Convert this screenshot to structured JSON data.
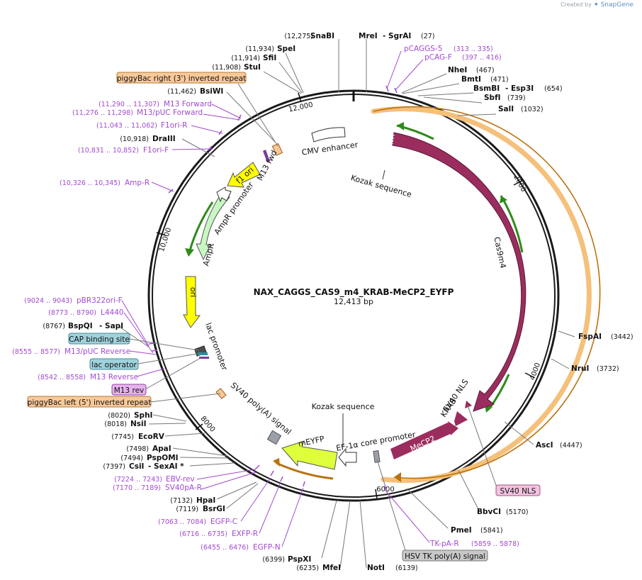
{
  "credit": {
    "prefix": "Created by",
    "brand": "SnapGene"
  },
  "plasmid": {
    "name": "NAX_CAGGS_CAS9_m4_KRAB-MeCP2_EYFP",
    "length_label": "12,413 bp"
  },
  "ticks": [
    "2000",
    "4000",
    "6000",
    "8000",
    "10,000",
    "12,000"
  ],
  "sites": [
    {
      "name": "SnaBI",
      "pos": "(12,275)"
    },
    {
      "name": "MreI",
      "pos": ""
    },
    {
      "name": "- SgrAI",
      "pos": "(27)"
    },
    {
      "name": "SpeI",
      "pos": "(11,934)"
    },
    {
      "name": "SfiI",
      "pos": "(11,914)"
    },
    {
      "name": "StuI",
      "pos": "(11,908)"
    },
    {
      "name": "NheI",
      "pos": "(467)"
    },
    {
      "name": "BmtI",
      "pos": "(471)"
    },
    {
      "name": "BsmBI",
      "pos": ""
    },
    {
      "name": "- Esp3I",
      "pos": "(654)"
    },
    {
      "name": "SbfI",
      "pos": "(739)"
    },
    {
      "name": "SalI",
      "pos": "(1032)"
    },
    {
      "name": "BsiWI",
      "pos": "(11,462)"
    },
    {
      "name": "DraIII",
      "pos": "(10,918)"
    },
    {
      "name": "FspAI",
      "pos": "(3442)"
    },
    {
      "name": "NruI",
      "pos": "(3732)"
    },
    {
      "name": "AscI",
      "pos": "(4447)"
    },
    {
      "name": "BbvCI",
      "pos": "(5170)"
    },
    {
      "name": "PmeI",
      "pos": "(5841)"
    },
    {
      "name": "BspQI",
      "pos": "(8767)"
    },
    {
      "name": "- SapI",
      "pos": ""
    },
    {
      "name": "SphI",
      "pos": "(8020)"
    },
    {
      "name": "NsiI",
      "pos": "(8018)"
    },
    {
      "name": "EcoRV",
      "pos": "(7745)"
    },
    {
      "name": "ApaI",
      "pos": "(7498)"
    },
    {
      "name": "PspOMI",
      "pos": "(7494)"
    },
    {
      "name": "CsiI",
      "pos": "(7397)"
    },
    {
      "name": "- SexAI *",
      "pos": ""
    },
    {
      "name": "HpaI",
      "pos": "(7132)"
    },
    {
      "name": "BsrGI",
      "pos": "(7119)"
    },
    {
      "name": "PspXI",
      "pos": "(6399)"
    },
    {
      "name": "MfeI",
      "pos": "(6235)"
    },
    {
      "name": "NotI",
      "pos": "(6139)"
    }
  ],
  "primers": [
    {
      "name": "pCAGGS-5",
      "pos": "(313 .. 335)"
    },
    {
      "name": "pCAG-F",
      "pos": "(397 .. 416)"
    },
    {
      "name": "M13 Forward",
      "pos": "(11,290 .. 11,307)"
    },
    {
      "name": "M13/pUC Forward",
      "pos": "(11,276 .. 11,298)"
    },
    {
      "name": "F1ori-R",
      "pos": "(11,043 .. 11,062)"
    },
    {
      "name": "F1ori-F",
      "pos": "(10,831 .. 10,852)"
    },
    {
      "name": "Amp-R",
      "pos": "(10,326 .. 10,345)"
    },
    {
      "name": "pBR322ori-F",
      "pos": "(9024 .. 9043)"
    },
    {
      "name": "L4440",
      "pos": "(8773 .. 8790)"
    },
    {
      "name": "M13/pUC Reverse",
      "pos": "(8555 .. 8577)"
    },
    {
      "name": "M13 Reverse",
      "pos": "(8542 .. 8558)"
    },
    {
      "name": "EBV-rev",
      "pos": "(7224 .. 7243)"
    },
    {
      "name": "SV40pA-R",
      "pos": "(7170 .. 7189)"
    },
    {
      "name": "EGFP-C",
      "pos": "(7063 .. 7084)"
    },
    {
      "name": "EXFP-R",
      "pos": "(6716 .. 6735)"
    },
    {
      "name": "EGFP-N",
      "pos": "(6455 .. 6476)"
    },
    {
      "name": "TK-pA-R",
      "pos": "(5859 .. 5878)"
    }
  ],
  "boxes": [
    {
      "name": "piggyBac right (3') inverted repeat",
      "color": "#f9c99a"
    },
    {
      "name": "CAP binding site",
      "color": "#9fd2dc"
    },
    {
      "name": "lac operator",
      "color": "#9fd2dc"
    },
    {
      "name": "M13 rev",
      "color": "#e7b2ef"
    },
    {
      "name": "piggyBac left (5') inverted repeat",
      "color": "#f9c99a"
    },
    {
      "name": "SV40 NLS",
      "color": "#f2c3e0"
    },
    {
      "name": "HSV TK poly(A) signal",
      "color": "#c8c8c8"
    }
  ],
  "features": {
    "cmv": "CMV enhancer",
    "kozak1": "Kozak sequence",
    "cas9": "Cas9m4",
    "f1ori": "f1 ori",
    "m13fwd": "M13 fwd",
    "ampr_promoter": "AmpR promoter",
    "ampr": "AmpR",
    "ori": "ori",
    "lac_promoter": "lac promoter",
    "sv40_polya": "SV40 poly(A) signal",
    "kozak2": "Kozak sequence",
    "meyfp": "mEYFP",
    "ef1a": "EF-1α core promoter",
    "mecp2": "MeCP2",
    "krab": "KRAB",
    "sv40nls": "SV40 NLS"
  },
  "colors": {
    "backbone": "#1a1a1a",
    "cas9": "#9b2d5e",
    "orf_arrow": "#2e8b1a",
    "orf_band": "#f5c07a",
    "yellow_feature": "#ffff00",
    "ampr": "#c9f7c2",
    "meyfp": "#dfff3c",
    "primer": "#a24ad1"
  }
}
